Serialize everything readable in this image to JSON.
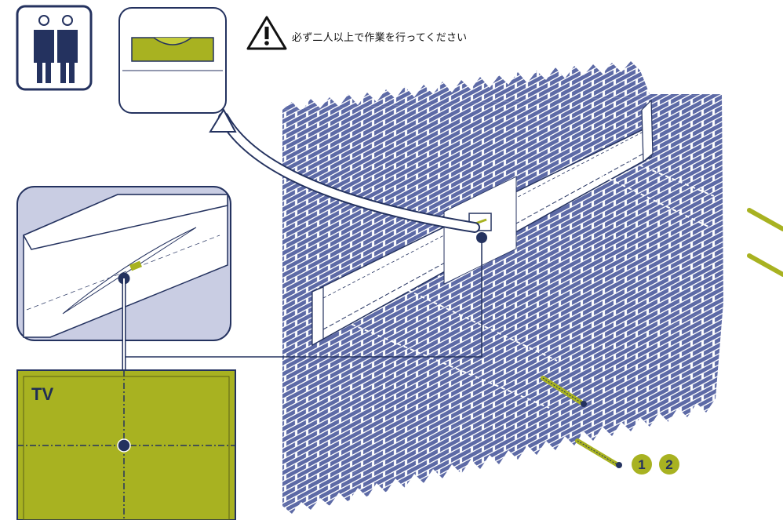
{
  "warning": {
    "text": "必ず二人以上で作業を行ってください",
    "icon": "warning-triangle-icon"
  },
  "tv": {
    "label": "TV"
  },
  "steps": [
    "1",
    "2"
  ],
  "icons": {
    "people": "two-people-icon",
    "level": "spirit-level-icon"
  },
  "colors": {
    "navy": "#24325f",
    "brick": "#5d6aa6",
    "lime": "#a8b221",
    "lime_light": "#c4cc3a",
    "panel_bg": "#c9cde3"
  }
}
